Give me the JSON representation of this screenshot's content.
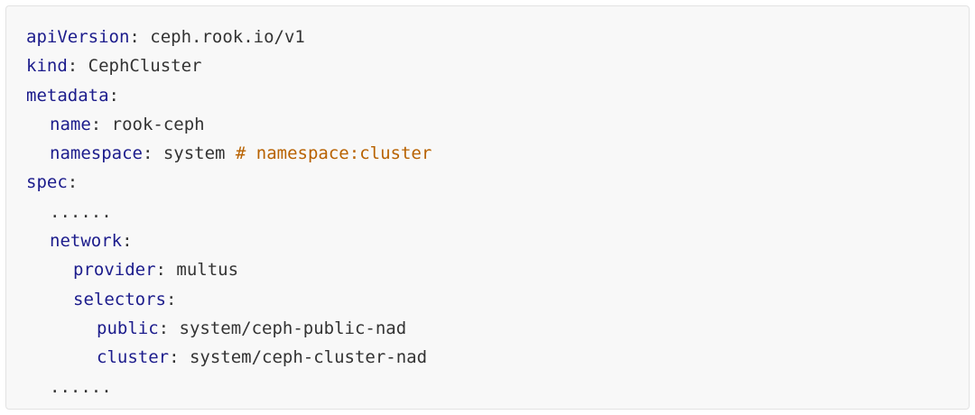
{
  "code": {
    "lines": [
      {
        "key": "apiVersion",
        "sep": ": ",
        "value": "ceph.rook.io/v1"
      },
      {
        "key": "kind",
        "sep": ": ",
        "value": "CephCluster"
      },
      {
        "key": "metadata",
        "sep": ":"
      },
      {
        "key": "name",
        "sep": ": ",
        "value": "rook-ceph"
      },
      {
        "key": "namespace",
        "sep": ": ",
        "value": "system ",
        "comment": "# namespace:cluster"
      },
      {
        "key": "spec",
        "sep": ":"
      },
      {
        "text": "......"
      },
      {
        "key": "network",
        "sep": ":"
      },
      {
        "key": "provider",
        "sep": ": ",
        "value": "multus"
      },
      {
        "key": "selectors",
        "sep": ":"
      },
      {
        "key": "public",
        "sep": ": ",
        "value": "system/ceph-public-nad"
      },
      {
        "key": "cluster",
        "sep": ": ",
        "value": "system/ceph-cluster-nad"
      },
      {
        "text": "......"
      }
    ]
  },
  "colors": {
    "key": "#1c1c8c",
    "text": "#333333",
    "comment": "#b86200",
    "panel_background": "#f8f8f8"
  }
}
